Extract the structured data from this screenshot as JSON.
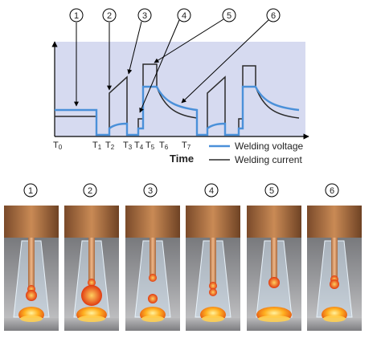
{
  "stage_numbers": [
    "1",
    "2",
    "3",
    "4",
    "5",
    "6"
  ],
  "time_markers": {
    "t0": "0",
    "t1": "1",
    "t2": "2",
    "t3": "3",
    "t4": "4",
    "t5": "5",
    "t6": "6",
    "t7": "7",
    "prefix": "T"
  },
  "axis": {
    "x_label": "Time"
  },
  "legend": {
    "voltage": "Welding voltage",
    "current": "Welding current"
  },
  "colors": {
    "voltage": "#4a90d9",
    "current": "#2b2b2b",
    "plot_bg": "#d6daf0"
  }
}
